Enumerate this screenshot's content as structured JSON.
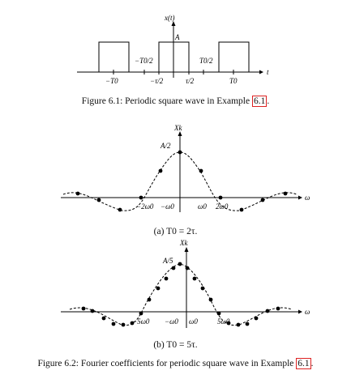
{
  "figure61": {
    "ylabel": "x(t)",
    "amplitude_label": "A",
    "xlabel": "t",
    "ticks_below": [
      "−T0",
      "−τ/2",
      "τ/2",
      "T0"
    ],
    "ticks_above": [
      "−T0/2",
      "T0/2"
    ],
    "caption_text": "Figure 6.1: Periodic square wave in Example ",
    "caption_ref": "6.1",
    "caption_end": "."
  },
  "figure62a": {
    "ylabel": "Xk",
    "peak_label": "A/2",
    "xlabel": "ω",
    "tick_labels": [
      "−2ω0",
      "−ω0",
      "ω0",
      "2ω0"
    ],
    "subcaption": "(a) T0 = 2τ."
  },
  "figure62b": {
    "ylabel": "Xk",
    "peak_label": "A/5",
    "xlabel": "ω",
    "tick_labels": [
      "−5ω0",
      "−ω0",
      "ω0",
      "5ω0"
    ],
    "subcaption": "(b) T0 = 5τ."
  },
  "caption62_text": "Figure 6.2: Fourier coefficients for periodic square wave in Example ",
  "caption62_ref": "6.1",
  "caption62_end": "."
}
